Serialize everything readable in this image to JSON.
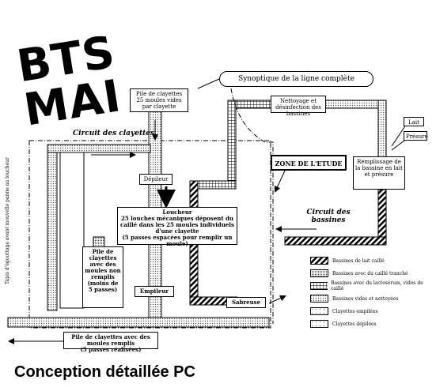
{
  "title": "BTS MAI",
  "caption": "Conception détaillée  PC",
  "synoptique": "Synoptique de la ligne complète",
  "zone": "ZONE DE L'ETUDE",
  "circuit_clayettes": "Circuit des clayettes",
  "circuit_bassines": "Circuit des bassines",
  "boxes": {
    "pile_vides": "Pile de clayettes 25 moules vides par clayette",
    "nettoyage": "Nettoyage et désinfection des bassines",
    "lait": "Lait",
    "presure": "Présure",
    "remplissage": "Remplissage de la bassine en lait et présure",
    "depileur": "Dépileur",
    "loucheur": "Loucheur\n25 louches mécaniques déposent du caillé dans les 25 moules individuels d'une clayette\n(5 passes espacées pour remplir un moule)",
    "pile_non_remplis": "Pile de clayettes avec des moules non remplis\n(moins de 5 passes)",
    "empileur": "Empileur",
    "sabreuse": "Sabreuse",
    "pile_remplis": "Pile de clayettes avec des moules remplis\n(5 passes réalisées)",
    "tapis": "Tapis d'égouttage avant mouvelle panne au loucheur"
  },
  "legend": [
    {
      "label": "Bassines de lait caillé",
      "pattern": "diag"
    },
    {
      "label": "Bassines avec du caillé tranché",
      "pattern": "dots-dense"
    },
    {
      "label": "Bassines avec du lactosérum, vides de caillé",
      "pattern": "grid"
    },
    {
      "label": "Bassines vides et nettoyées",
      "pattern": "dots"
    },
    {
      "label": "Clayettes empilées",
      "pattern": "fine-dots"
    },
    {
      "label": "Clayettes dépilées",
      "pattern": "sparse-dots"
    }
  ]
}
